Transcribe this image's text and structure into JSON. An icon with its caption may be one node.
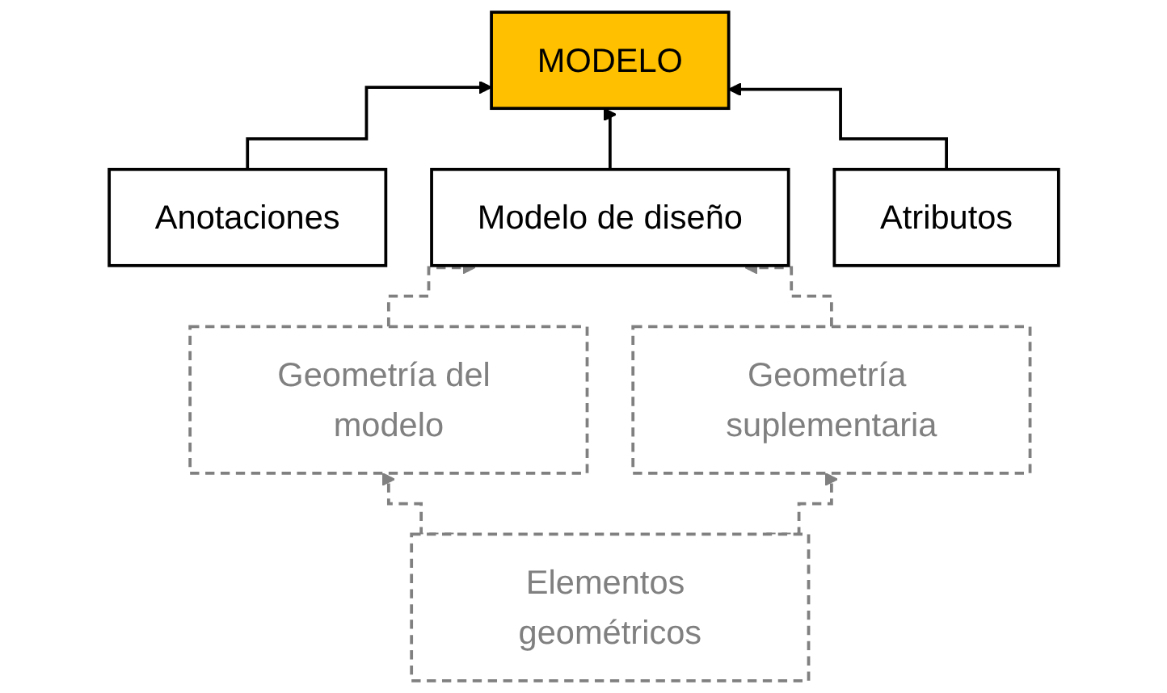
{
  "diagram": {
    "nodes": [
      {
        "text": [
          "MODELO"
        ]
      },
      {
        "text": [
          "Anotaciones"
        ]
      },
      {
        "text": [
          "Modelo de diseño"
        ]
      },
      {
        "text": [
          "Atributos"
        ]
      },
      {
        "text": [
          "Geometría del modelo"
        ]
      },
      {
        "text": [
          "Geometría suplementaria"
        ]
      },
      {
        "text": [
          "Elementos geométricos"
        ]
      }
    ],
    "edges": [
      {
        "from": 1,
        "to": 0,
        "arrow": "to",
        "color": "#000000"
      },
      {
        "from": 2,
        "to": 0,
        "arrow": "to",
        "color": "#000000"
      },
      {
        "from": 3,
        "to": 0,
        "arrow": "to",
        "color": "#000000"
      },
      {
        "from": 4,
        "to": 2,
        "arrow": "to",
        "style": "dashed"
      },
      {
        "from": 5,
        "to": 2,
        "arrow": "to",
        "style": "dashed"
      },
      {
        "from": 6,
        "to": 4,
        "arrow": "to",
        "style": "dashed"
      },
      {
        "from": 6,
        "to": 5,
        "arrow": "to",
        "style": "dashed"
      }
    ]
  }
}
